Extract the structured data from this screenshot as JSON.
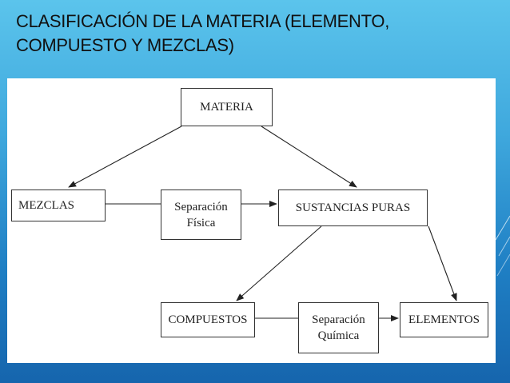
{
  "slide": {
    "title_line1": "CLASIFICACIÓN DE LA MATERIA (ELEMENTO,",
    "title_line2": "COMPUESTO Y MEZCLAS)"
  },
  "diagram": {
    "nodes": {
      "materia": "MATERIA",
      "mezclas": "MEZCLAS",
      "separacion_fisica_1": "Separación",
      "separacion_fisica_2": "Física",
      "sustancias_puras": "SUSTANCIAS PURAS",
      "compuestos": "COMPUESTOS",
      "separacion_quimica_1": "Separación",
      "separacion_quimica_2": "Química",
      "elementos": "ELEMENTOS"
    },
    "edges": [
      [
        "materia",
        "mezclas"
      ],
      [
        "materia",
        "sustancias_puras"
      ],
      [
        "mezclas",
        "separacion_fisica"
      ],
      [
        "separacion_fisica",
        "sustancias_puras"
      ],
      [
        "sustancias_puras",
        "compuestos"
      ],
      [
        "sustancias_puras",
        "elementos"
      ],
      [
        "compuestos",
        "separacion_quimica"
      ],
      [
        "separacion_quimica",
        "elementos"
      ]
    ]
  }
}
